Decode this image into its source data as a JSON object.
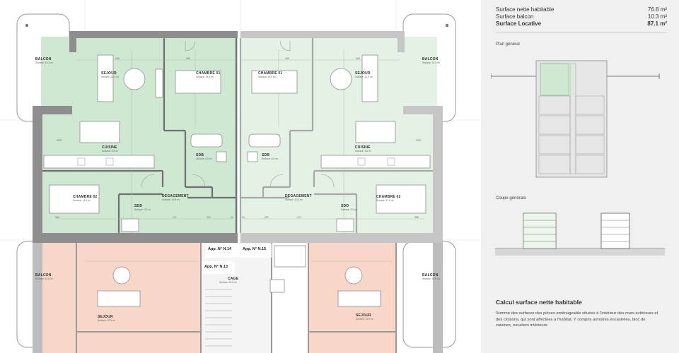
{
  "summary": {
    "rows": [
      {
        "label": "Surface nette habitable",
        "value": "76.8 m²"
      },
      {
        "label": "Surface balcon",
        "value": "10.3 m²"
      },
      {
        "label": "Surface Locative",
        "value": "87.1 m²"
      }
    ]
  },
  "sections": {
    "plan_general": "Plan général",
    "coupe_generale": "Coupe générale"
  },
  "calc": {
    "title": "Calcul surface nette habitable",
    "text": "Somme des surfaces des pièces aménageable situées à l'intérieur des murs extérieurs et des cloisons, qui sont affectées à l'habitat. Y compris armoires encastrées, bloc de cuisines, escaliers intérieurs."
  },
  "plan": {
    "rooms": [
      {
        "label": "BALCON",
        "sub": "Surface: 10.3 m²"
      },
      {
        "label": "SEJOUR",
        "sub": "Surface: 22.9 m²"
      },
      {
        "label": "CHAMBRE 01",
        "sub": "Surface: 14.5 m²"
      },
      {
        "label": "CHAMBRE 01",
        "sub": "Surface: 14.5 m²"
      },
      {
        "label": "SEJOUR",
        "sub": "Surface: 22.9 m²"
      },
      {
        "label": "BALCON",
        "sub": "Surface: 10.3 m²"
      },
      {
        "label": "CUISINE",
        "sub": "Surface: 8.5 m²"
      },
      {
        "label": "SDB",
        "sub": "Surface: 6.0 m²"
      },
      {
        "label": "SDB",
        "sub": "Surface: 6.0 m²"
      },
      {
        "label": "CUISINE",
        "sub": "Surface: 8.5 m²"
      },
      {
        "label": "CHAMBRE 02",
        "sub": "Surface: 11.9 m²"
      },
      {
        "label": "DEGAGEMENT",
        "sub": "Surface: 10.6 m²"
      },
      {
        "label": "SDD",
        "sub": "Surface: 3.2 m²"
      },
      {
        "label": "DEGAGEMENT",
        "sub": "Surface: 10.6 m²"
      },
      {
        "label": "SDD",
        "sub": "Surface: 3.2 m²"
      },
      {
        "label": "CHAMBRE 02",
        "sub": "Surface: 11.9 m²"
      },
      {
        "label": "BALCON",
        "sub": "Surface: 10.6 m²"
      },
      {
        "label": "BALCON",
        "sub": "Surface: 10.6 m²"
      },
      {
        "label": "CAGE",
        "sub": "Surface: 20.5 m²"
      },
      {
        "label": "SEJOUR",
        "sub": "Surface: 22.9 m²"
      },
      {
        "label": "SEJOUR",
        "sub": "Surface: 22.9 m²"
      }
    ],
    "apartments": [
      "App. N° N.14",
      "App. N° N.15",
      "App. N° N.13"
    ],
    "dims": [
      "406",
      "406",
      "406",
      "406",
      "365",
      "365",
      "2037",
      "2037",
      "127",
      "127",
      "222",
      "222",
      "24",
      "24"
    ]
  },
  "colors": {
    "green": "#cfe8d2",
    "green_light": "#e3f2e5",
    "orange": "#f8d7c8",
    "wall": "#8e8e8e",
    "panel": "#f0f0f0"
  }
}
